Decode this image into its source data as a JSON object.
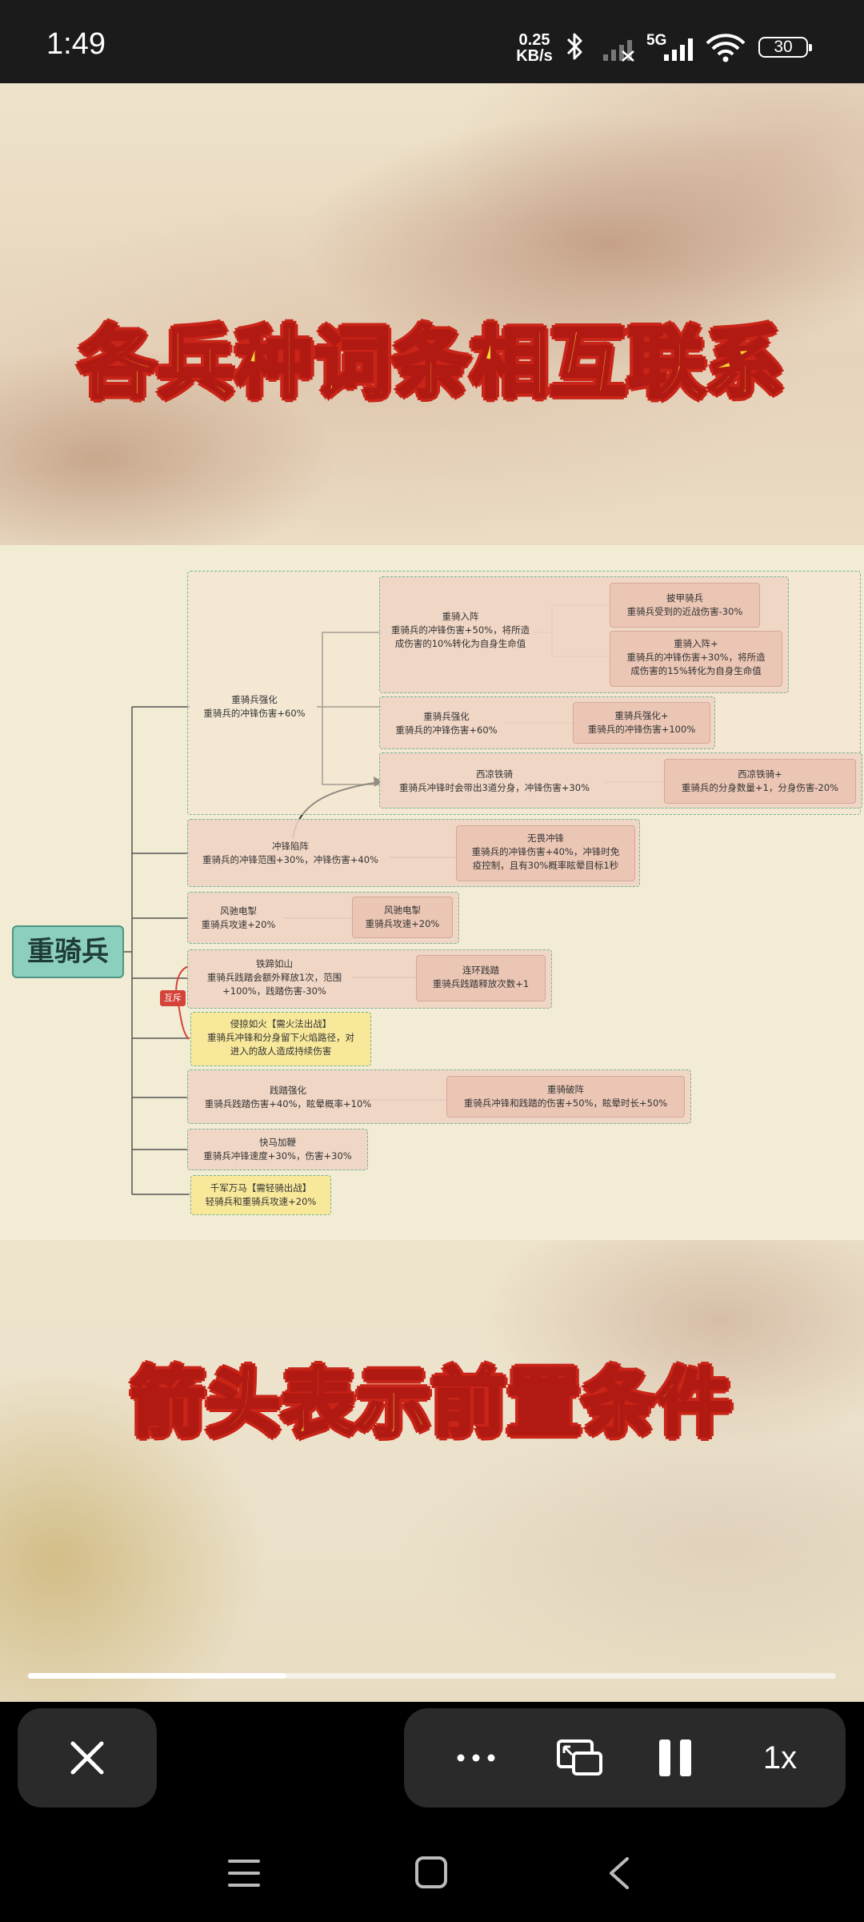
{
  "status_bar": {
    "time": "1:49",
    "net_speed_value": "0.25",
    "net_speed_unit": "KB/s",
    "network": "5G",
    "battery": "30",
    "icons": [
      "bluetooth-icon",
      "signal-off-icon",
      "signal-5g-icon",
      "wifi-icon",
      "battery-icon"
    ]
  },
  "video": {
    "title_top": "各兵种词条相互联系",
    "title_bottom": "箭头表示前置条件",
    "progress": 0.32
  },
  "mindmap": {
    "root": "重骑兵",
    "mutex_label": "互斥",
    "nodes": {
      "n1": {
        "t": "重骑兵强化",
        "d": "重骑兵的冲锋伤害+60%"
      },
      "n1a": {
        "t": "重骑入阵",
        "d1": "重骑兵的冲锋伤害+50%，将所造",
        "d2": "成伤害的10%转化为自身生命值"
      },
      "n1a1": {
        "t": "披甲骑兵",
        "d": "重骑兵受到的近战伤害-30%"
      },
      "n1a2": {
        "t": "重骑入阵+",
        "d1": "重骑兵的冲锋伤害+30%，将所造",
        "d2": "成伤害的15%转化为自身生命值"
      },
      "n1b": {
        "t": "重骑兵强化",
        "d": "重骑兵的冲锋伤害+60%"
      },
      "n1b1": {
        "t": "重骑兵强化+",
        "d": "重骑兵的冲锋伤害+100%"
      },
      "n1c": {
        "t": "西凉铁骑",
        "d": "重骑兵冲锋时会带出3道分身，冲锋伤害+30%"
      },
      "n1c1": {
        "t": "西凉铁骑+",
        "d": "重骑兵的分身数量+1，分身伤害-20%"
      },
      "n2": {
        "t": "冲锋陷阵",
        "d": "重骑兵的冲锋范围+30%，冲锋伤害+40%"
      },
      "n2a": {
        "t": "无畏冲锋",
        "d1": "重骑兵的冲锋伤害+40%，冲锋时免",
        "d2": "疫控制，且有30%概率眩晕目标1秒"
      },
      "n3": {
        "t": "风驰电掣",
        "d": "重骑兵攻速+20%"
      },
      "n3a": {
        "t": "风驰电掣",
        "d": "重骑兵攻速+20%"
      },
      "n4": {
        "t": "铁蹄如山",
        "d1": "重骑兵践踏会额外释放1次，范围",
        "d2": "+100%，践踏伤害-30%"
      },
      "n4a": {
        "t": "连环践踏",
        "d": "重骑兵践踏释放次数+1"
      },
      "n5": {
        "t": "侵掠如火【需火法出战】",
        "d1": "重骑兵冲锋和分身留下火焰路径，对",
        "d2": "进入的敌人造成持续伤害"
      },
      "n6": {
        "t": "践踏强化",
        "d": "重骑兵践踏伤害+40%，眩晕概率+10%"
      },
      "n6a": {
        "t": "重骑破阵",
        "d": "重骑兵冲锋和践踏的伤害+50%，眩晕时长+50%"
      },
      "n7": {
        "t": "快马加鞭",
        "d": "重骑兵冲锋速度+30%，伤害+30%"
      },
      "n8": {
        "t": "千军万马【需轻骑出战】",
        "d": "轻骑兵和重骑兵攻速+20%"
      }
    }
  },
  "controls": {
    "close_icon": "close-icon",
    "more_icon": "more-icon",
    "pip_icon": "picture-in-picture-icon",
    "pause_icon": "pause-icon",
    "speed": "1x"
  },
  "navbar": {
    "icons": [
      "menu-icon",
      "home-icon",
      "back-icon"
    ]
  }
}
